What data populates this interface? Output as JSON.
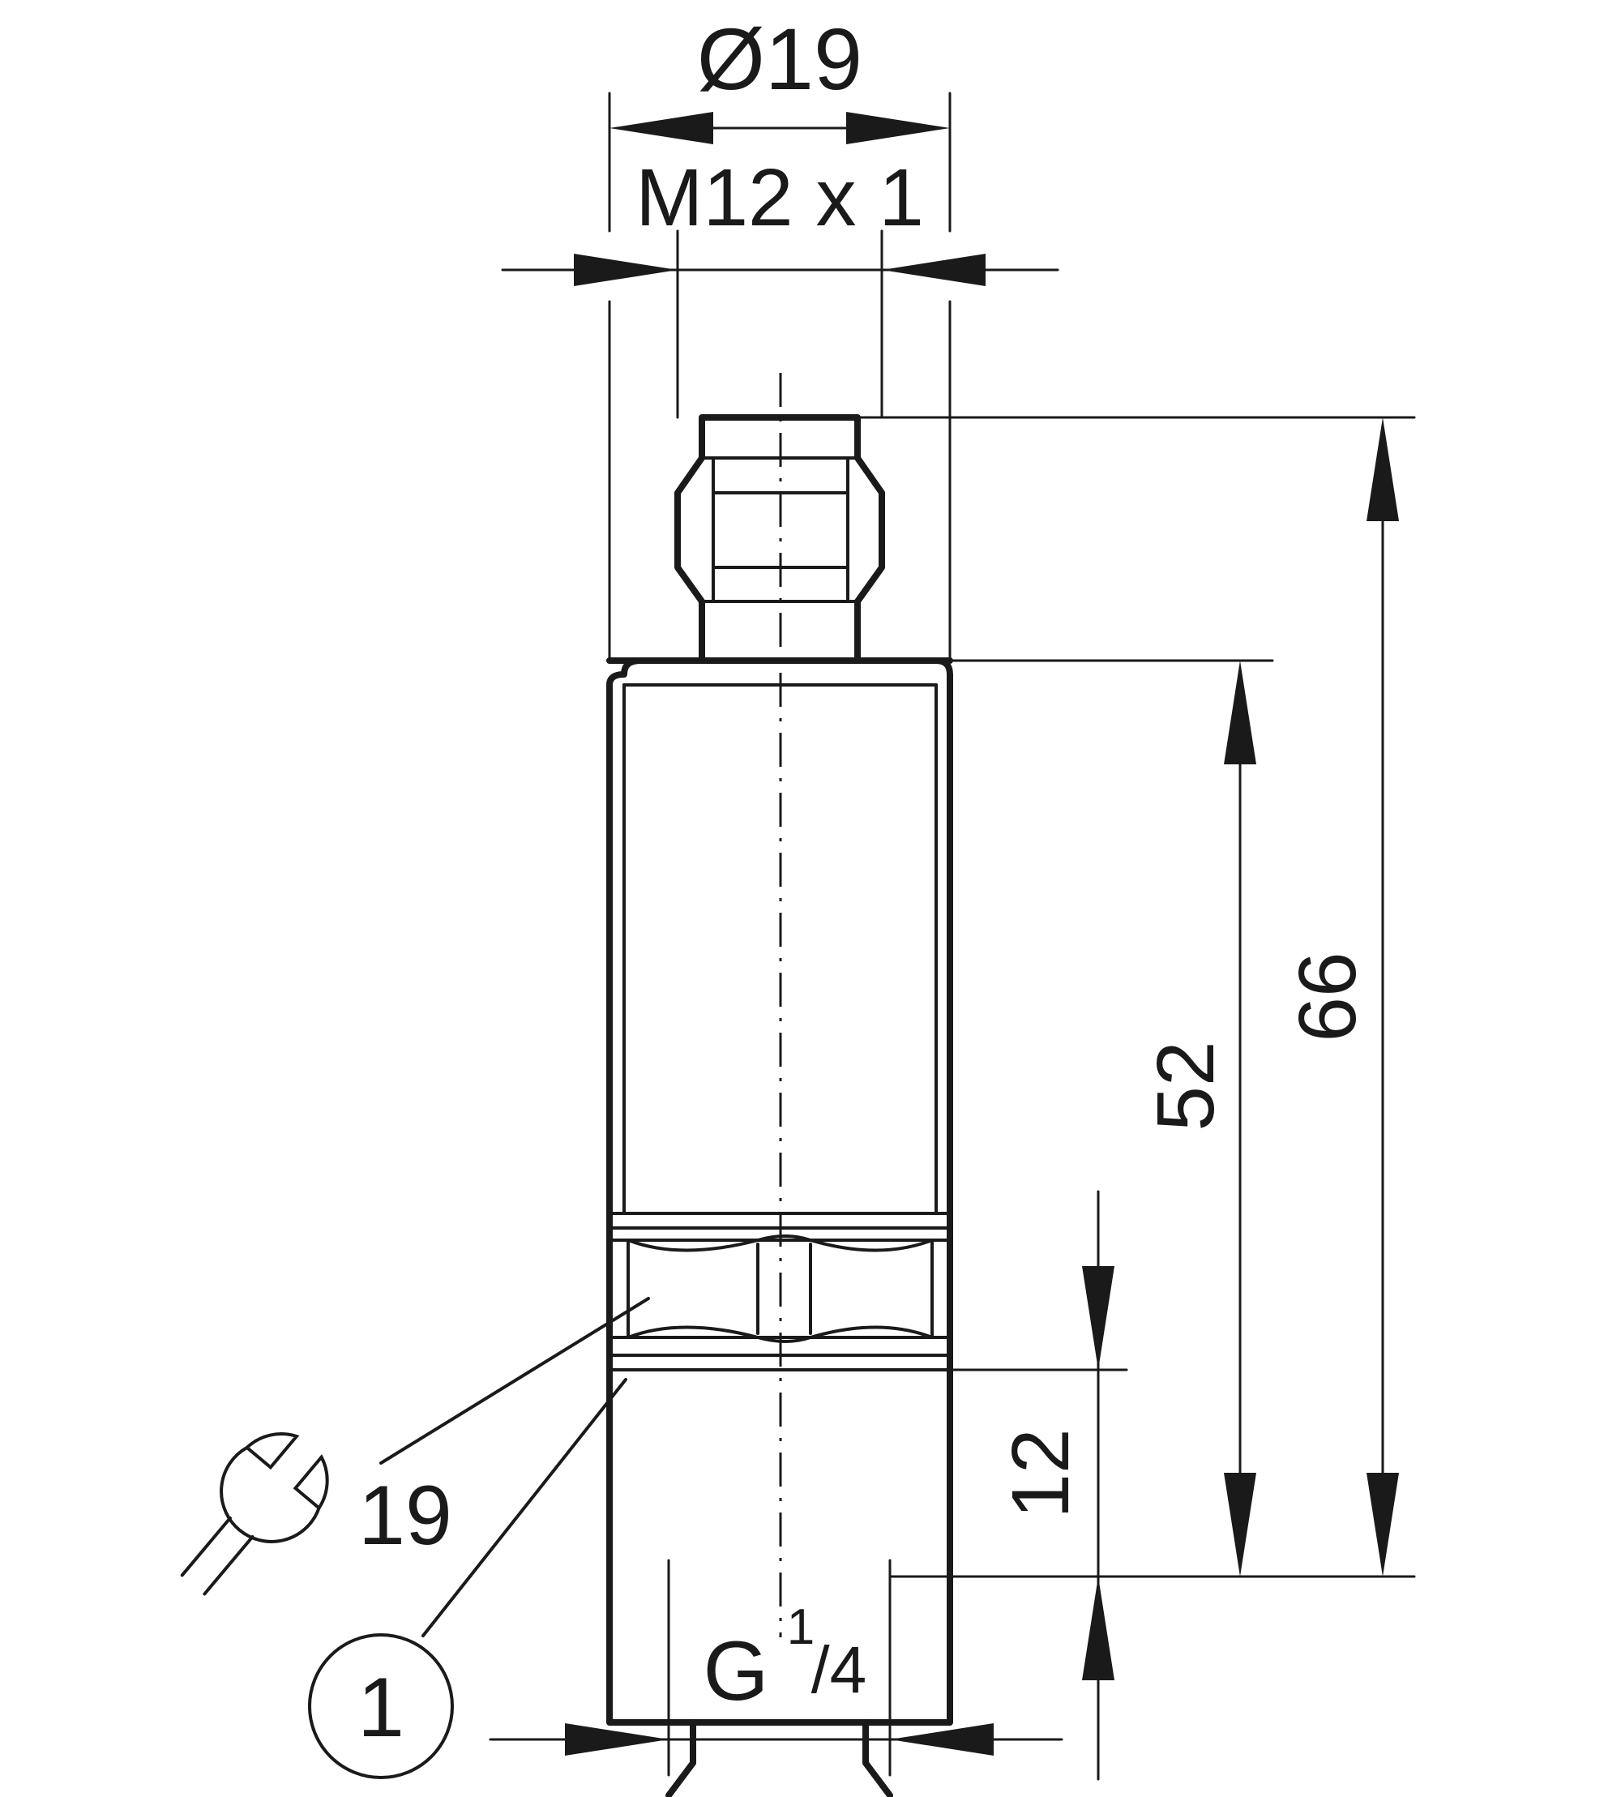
{
  "dimensions": {
    "diameter": "Ø19",
    "thread_top": "M12 x 1",
    "thread_bottom_letter": "G",
    "thread_bottom_numerator": "1",
    "thread_bottom_denominator": "/4",
    "length_overall": "66",
    "length_body": "52",
    "length_thread": "12",
    "wrench_size": "19"
  },
  "callouts": {
    "item_1": "1"
  },
  "icons": {
    "wrench": "wrench-icon"
  },
  "colors": {
    "ink": "#1a1a1a",
    "background": "#ffffff"
  }
}
